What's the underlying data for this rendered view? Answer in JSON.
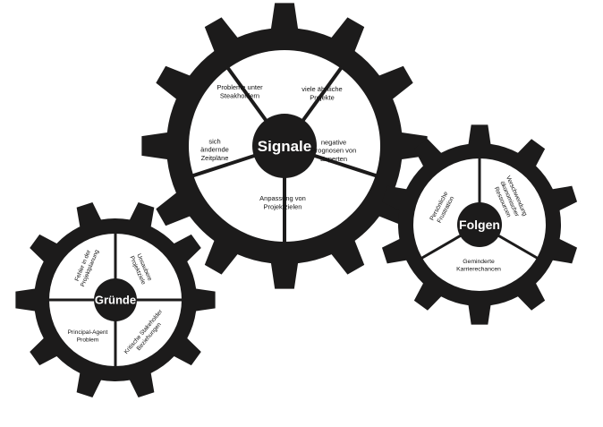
{
  "colors": {
    "gear": "#1c1b1b",
    "face": "#ffffff",
    "hub_text": "#ffffff",
    "segment_text": "#111111"
  },
  "gears": [
    {
      "id": "signale",
      "hub_label": "Signale",
      "segments": [
        {
          "lines": [
            "Probleme unter",
            "Steakholdern"
          ]
        },
        {
          "lines": [
            "viele ähnliche",
            "Projekte"
          ]
        },
        {
          "lines": [
            "negative",
            "Prognosen von",
            "Experten"
          ]
        },
        {
          "lines": [
            "Anpassung von",
            "Projektzielen"
          ]
        },
        {
          "lines": [
            "sich",
            "ändernde",
            "Zeitpläne"
          ]
        }
      ]
    },
    {
      "id": "folgen",
      "hub_label": "Folgen",
      "segments": [
        {
          "lines": [
            "Verschwendung",
            "ökonomischer",
            "Ressourcen"
          ]
        },
        {
          "lines": [
            "Geminderte",
            "Karrierechancen"
          ]
        },
        {
          "lines": [
            "Persönliche",
            "Frustration"
          ]
        }
      ]
    },
    {
      "id": "gruende",
      "hub_label": "Gründe",
      "segments": [
        {
          "lines": [
            "Unsaubere",
            "Projektziele"
          ]
        },
        {
          "lines": [
            "Kritische Stakeholder",
            "Beziehungen"
          ]
        },
        {
          "lines": [
            "Principal-Agent",
            "Problem"
          ]
        },
        {
          "lines": [
            "Fehler in der",
            "Projektplanung"
          ]
        }
      ]
    }
  ]
}
